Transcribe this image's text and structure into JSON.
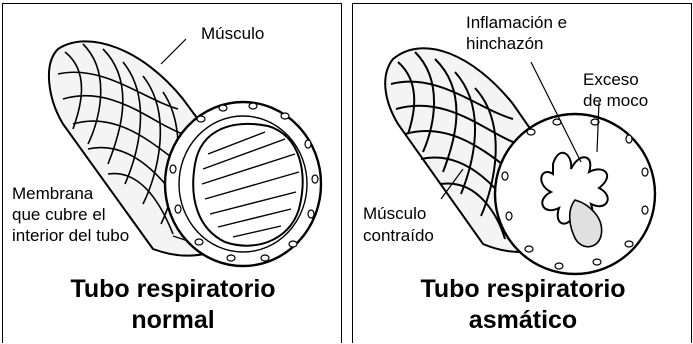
{
  "normal_panel": {
    "muscle_label": "Músculo",
    "membrane_label_lines": [
      "Membrana",
      "que cubre el",
      "interior del tubo"
    ],
    "caption_lines": [
      "Tubo respiratorio",
      "normal"
    ]
  },
  "asthma_panel": {
    "inflammation_label_lines": [
      "Inflamación e",
      "hinchazón"
    ],
    "mucus_label_lines": [
      "Exceso",
      "de moco"
    ],
    "contracted_muscle_label_lines": [
      "Músculo",
      "contraído"
    ],
    "caption_lines": [
      "Tubo respiratorio",
      "asmático"
    ]
  }
}
